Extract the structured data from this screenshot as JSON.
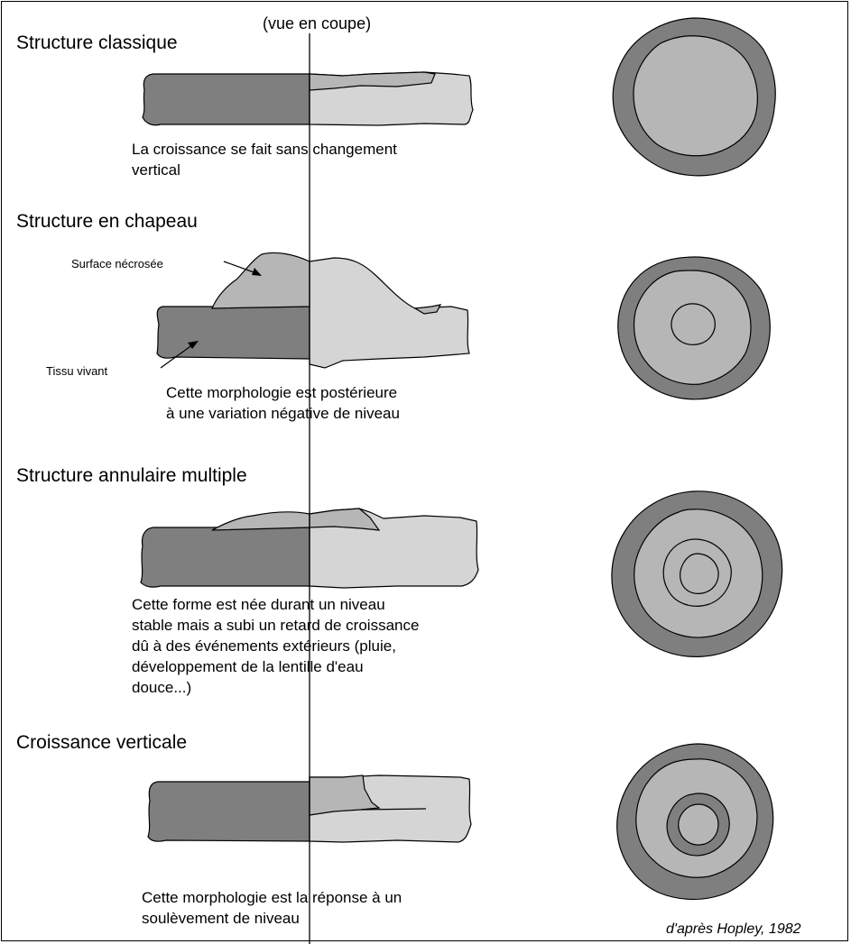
{
  "header": {
    "view_label": "(vue en coupe)"
  },
  "panels": [
    {
      "title": "Structure classique",
      "caption": "La croissance se fait sans changement\nvertical"
    },
    {
      "title": "Structure en chapeau",
      "caption": "Cette morphologie est postérieure\nà une variation négative de niveau",
      "labels": {
        "necrotic": "Surface nécrosée",
        "living": "Tissu vivant"
      }
    },
    {
      "title": "Structure annulaire multiple",
      "caption": "Cette forme est née durant un niveau\nstable mais a subi un retard de croissance\ndû à des événements extérieurs (pluie,\ndéveloppement de la lentille d'eau\ndouce...)"
    },
    {
      "title": "Croissance verticale",
      "caption": "Cette morphologie est la réponse à un\nsoulèvement de niveau"
    }
  ],
  "credit": "d'après Hopley, 1982",
  "colors": {
    "living_tissue": "#7f7f7f",
    "dead_surface": "#b6b6b6",
    "light_core": "#d5d5d5",
    "outline": "#000000"
  }
}
